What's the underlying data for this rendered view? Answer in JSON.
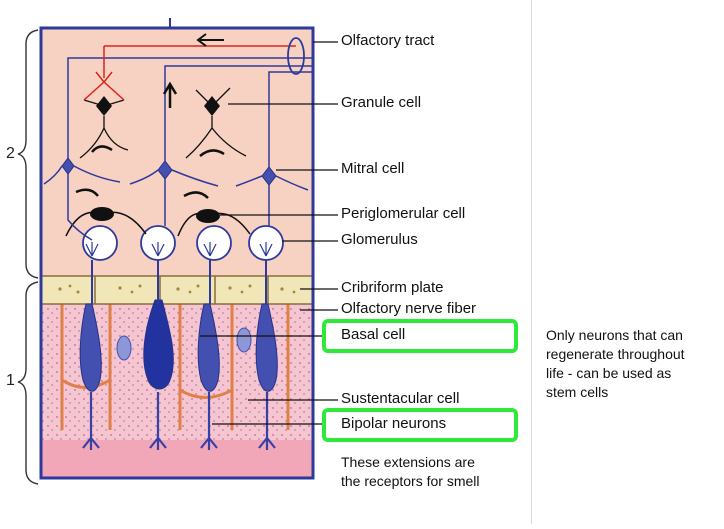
{
  "figure": {
    "labels": {
      "olfactory_tract": "Olfactory tract",
      "granule_cell": "Granule cell",
      "mitral_cell": "Mitral cell",
      "periglomerular_cell": "Periglomerular cell",
      "glomerulus": "Glomerulus",
      "cribriform_plate": "Cribriform plate",
      "olfactory_nerve_fiber": "Olfactory nerve fiber",
      "basal_cell": "Basal cell",
      "sustentacular_cell": "Sustentacular cell",
      "bipolar_neurons": "Bipolar neurons"
    },
    "region_numbers": {
      "upper": "2",
      "lower": "1"
    },
    "note_receptors": [
      "These extensions are",
      "the receptors for smell"
    ],
    "note_basal": [
      "Only neurons that can",
      "regenerate throughout",
      "life - can be used as",
      "stem cells"
    ],
    "colors": {
      "highlight": "#2ee83a",
      "upper_bg": "#f7d2c2",
      "epithelium": "#f4c6d2",
      "neuron": "#4350b0",
      "frame": "#2d3a9c",
      "plate": "#f0e6b8"
    }
  }
}
